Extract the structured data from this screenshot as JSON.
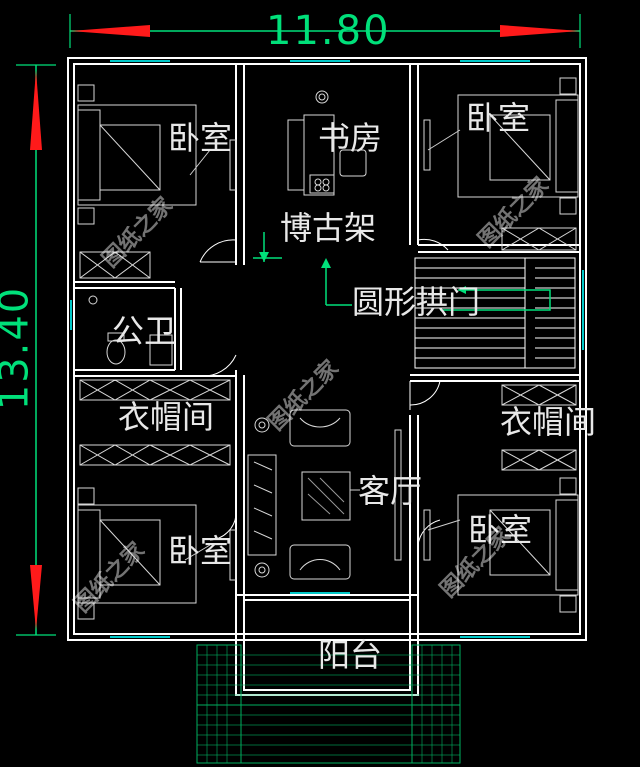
{
  "dimensions": {
    "width": "11.80",
    "height": "13.40"
  },
  "rooms": {
    "bedroom_top_left": "卧室",
    "study": "书房",
    "bedroom_top_right": "卧室",
    "display_shelf": "博古架",
    "arch_door": "圆形拱门",
    "bathroom": "公卫",
    "cloakroom_left": "衣帽间",
    "cloakroom_right": "衣帽间",
    "living_room": "客厅",
    "bedroom_bottom_left": "卧室",
    "bedroom_bottom_right": "卧室",
    "balcony": "阳台"
  },
  "watermark": "图纸之家",
  "colors": {
    "background": "#000000",
    "wall": "#ffffff",
    "dimension": "#00e07a",
    "arrow": "#ff1a1a",
    "window": "#00c8c8",
    "furniture": "#d8d8d8"
  }
}
